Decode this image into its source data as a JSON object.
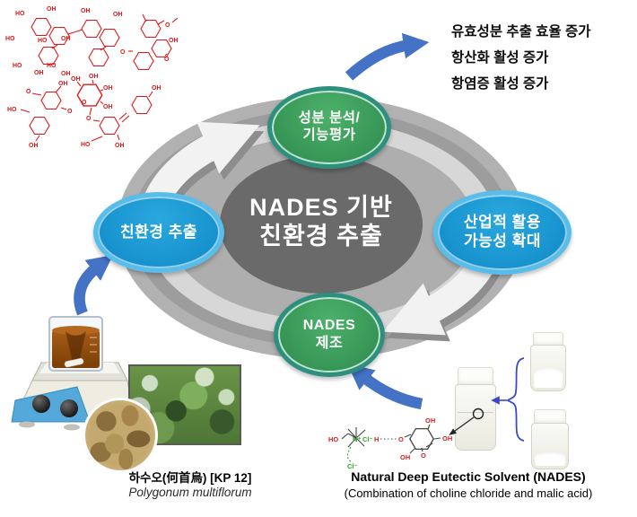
{
  "figure": {
    "center": {
      "line1": "NADES 기반",
      "line2": "친환경 추출"
    },
    "nodes": {
      "analysis": {
        "line1": "성분 분석/",
        "line2": "기능평가"
      },
      "industrial": {
        "line1": "산업적 활용",
        "line2": "가능성 확대"
      },
      "manufacture": {
        "line1": "NADES",
        "line2": "제조"
      },
      "extraction": {
        "line1": "친환경 추출"
      }
    },
    "benefits": {
      "items": [
        "유효성분 추출 효율 증가",
        "항산화 활성 증가",
        "항염증 활성 증가"
      ]
    },
    "source_material": {
      "name": "하수오(何首烏) [KP 12]",
      "species": "Polygonum multiflorum"
    },
    "nades": {
      "title": "Natural Deep Eutectic Solvent (NADES)",
      "subtitle": "(Combination of choline chloride and malic acid)"
    },
    "chem": {
      "oh": "OH",
      "ho": "HO",
      "o": "O",
      "h": "H",
      "n": "N⁺",
      "cl": "Cl⁻"
    },
    "colors": {
      "arrow_blue": "#4472C4",
      "node_green": "#3BA45E",
      "node_green_border": "#2F8F7E",
      "node_blue": "#1B9AD5",
      "node_blue_border": "#58BEE9",
      "center_gray": "#6A6A6A",
      "ring_gray": "#AEAEAE",
      "structure_red": "#E21717"
    }
  }
}
